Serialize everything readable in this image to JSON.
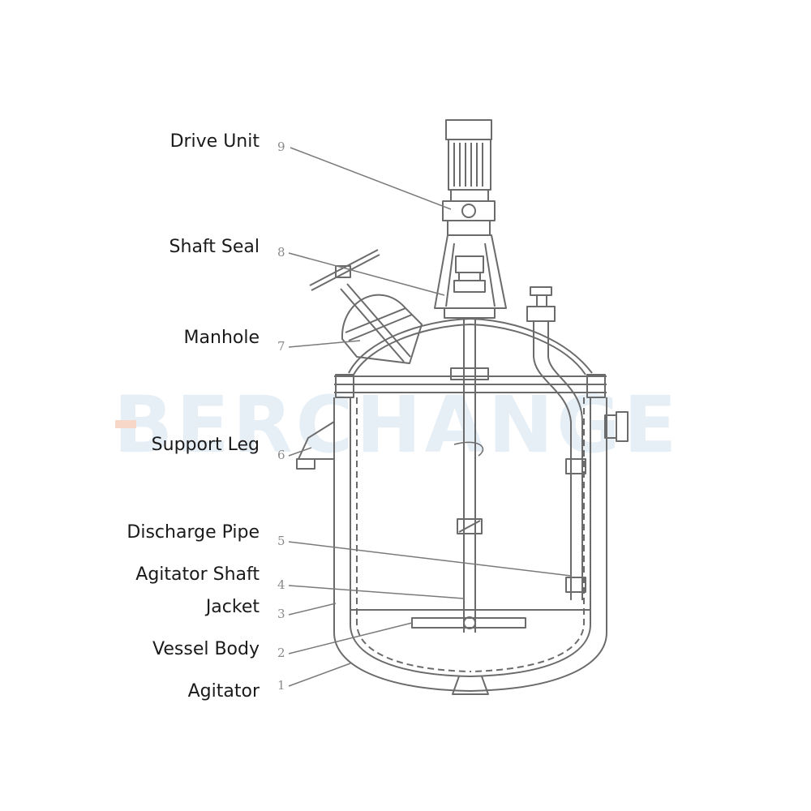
{
  "watermark": "BERCHANGE",
  "labels": [
    {
      "text": "Drive Unit",
      "number": "9"
    },
    {
      "text": "Shaft Seal",
      "number": "8"
    },
    {
      "text": "Manhole",
      "number": "7"
    },
    {
      "text": "Support Leg",
      "number": "6"
    },
    {
      "text": "Discharge Pipe",
      "number": "5"
    },
    {
      "text": "Agitator Shaft",
      "number": "4"
    },
    {
      "text": "Jacket",
      "number": "3"
    },
    {
      "text": "Vessel Body",
      "number": "2"
    },
    {
      "text": "Agitator",
      "number": "1"
    }
  ],
  "colors": {
    "line": "#6b6b6b",
    "label_text": "#1a1a1a",
    "watermark": "#e6eef6",
    "watermark_accent": "#f6d7c8"
  }
}
